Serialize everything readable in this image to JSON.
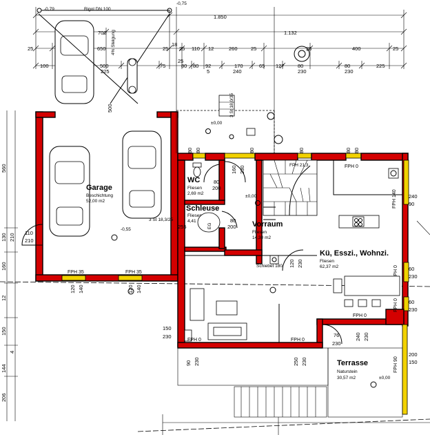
{
  "rooms": {
    "garage": {
      "name": "Garage",
      "sub": "Beschichtung",
      "area": "52,00 m2"
    },
    "wc": {
      "name": "WC",
      "sub": "Fliesen",
      "area": "2,69 m2"
    },
    "schleuse": {
      "name": "Schleuse",
      "sub": "Fliesen",
      "area": "4,41 m2"
    },
    "vorraum": {
      "name": "Vorraum",
      "sub": "Fliesen",
      "area": "14,30 m2"
    },
    "kueche": {
      "name": "Kü, Esszi., Wohnzi.",
      "sub": "Fliesen",
      "area": "62,37 m2"
    },
    "terrasse": {
      "name": "Terrasse",
      "sub": "Naturstein",
      "area": "30,57 m2"
    }
  },
  "labels": {
    "rigol": "Rigol DN 100",
    "steigung": "4% Steigung",
    "lvl_top_left": "-0,79",
    "lvl_top_mid": "-0,75",
    "lvl_garage": "-0,55",
    "lvl_entry": "±0,00",
    "lvl_vorraum": "±0,00",
    "lvl_terrasse": "±0,00",
    "stair_top": "3 St 18,0/35",
    "stair_mid": "3 St 18,3/25",
    "stair_main": "FPH 21,3",
    "schiebe": "Schiebet 180"
  },
  "dims_top": {
    "row1": [
      "1.850"
    ],
    "row2": [
      "700",
      "1.132"
    ],
    "row3": [
      "25",
      "650",
      "25",
      "18",
      "25",
      "110",
      "12",
      "260",
      "25",
      "25",
      "400",
      "25"
    ],
    "row4": [
      "100",
      "500",
      "225",
      "75",
      "25",
      "80",
      "80",
      "92",
      "170",
      "65",
      "127",
      "80",
      "80",
      "225"
    ],
    "row4b": [
      "5",
      "240",
      "230",
      "230"
    ]
  },
  "dims_left": [
    "560",
    "130",
    "210",
    "160",
    "12",
    "150",
    "144",
    "4",
    "206"
  ],
  "dims_misc": {
    "garage_door": [
      "110",
      "210"
    ],
    "garage_fph": [
      "FPH 35",
      "FPH 35"
    ],
    "garage_win": [
      "120",
      "140",
      "120",
      "140"
    ],
    "wc_door": [
      "80",
      "200"
    ],
    "schleuse_door": [
      "80",
      "200"
    ],
    "vorraum_door": [
      "160",
      "230"
    ],
    "win_top": [
      "80",
      "80",
      "80",
      "80",
      "80",
      "80"
    ],
    "fph0_top": [
      "FPH 0"
    ],
    "kitchen_right": [
      "240",
      "90",
      "FPH 140",
      "60",
      "230",
      "60",
      "230"
    ],
    "fph0_mid": [
      "FPH 0",
      "FPH 0",
      "FPH 0",
      "FPH 0"
    ],
    "living_left": [
      "150",
      "230"
    ],
    "terrace_door": [
      "76",
      "230",
      "240",
      "230"
    ],
    "terrace_right": [
      "FPH 90",
      "200",
      "150"
    ],
    "bottom_doors": [
      "90",
      "230",
      "250",
      "230"
    ],
    "wc_window": [
      "80",
      "80"
    ],
    "schleuse_win": [
      "255",
      "EG"
    ]
  }
}
